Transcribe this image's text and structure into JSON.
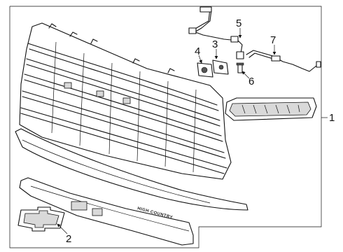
{
  "callouts": {
    "c1": "1",
    "c2": "2",
    "c3": "3",
    "c4": "4",
    "c5": "5",
    "c6": "6",
    "c7": "7"
  },
  "emboss_text": "HIGH COUNTRY"
}
